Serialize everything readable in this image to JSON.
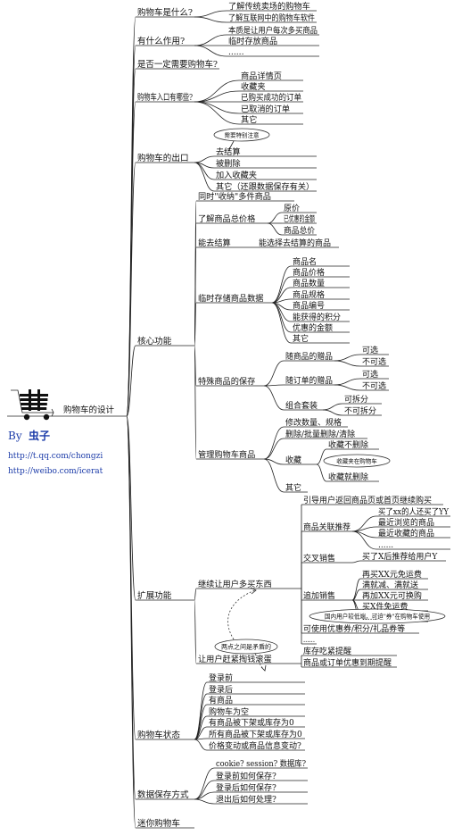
{
  "center": {
    "title": "购物车的设计",
    "by_label": "By",
    "author": "虫子",
    "link1": "http://t.qq.com/chongzi",
    "link2": "http://weibo.com/icerat"
  },
  "branches": [
    {
      "label": "购物车是什么?",
      "children": [
        "了解传统卖场的购物车",
        "了解互联网中的购物车软件"
      ]
    },
    {
      "label": "有什么作用?",
      "children": [
        "本质是让用户每次多买商品",
        "临时存放商品",
        "......"
      ]
    },
    {
      "label": "是否一定需要购物车?"
    },
    {
      "label": "购物车入口有哪些?",
      "children": [
        "商品详情页",
        "收藏夹",
        "已购买成功的订单",
        "已取消的订单",
        "其它"
      ]
    },
    {
      "label": "购物车的出口",
      "callout": "需要特别注意",
      "children": [
        "去结算",
        "被删除",
        "加入收藏夹",
        "其它（还跟数据保存有关）"
      ]
    },
    {
      "label": "核心功能",
      "children": [
        {
          "label": "同时\"收纳\"多件商品"
        },
        {
          "label": "了解商品总价格",
          "children": [
            "原价",
            "已优惠的金额",
            "商品总价"
          ]
        },
        {
          "label": "能去结算",
          "children": [
            "能选择去结算的商品"
          ]
        },
        {
          "label": "临时存储商品数据",
          "children": [
            "商品名",
            "商品价格",
            "商品数量",
            "商品规格",
            "商品编号",
            "能获得的积分",
            "优惠的金额",
            "其它"
          ]
        },
        {
          "label": "特殊商品的保存",
          "children": [
            {
              "label": "随商品的赠品",
              "children": [
                "可选",
                "不可选"
              ]
            },
            {
              "label": "随订单的赠品",
              "children": [
                "可选",
                "不可选"
              ]
            },
            {
              "label": "组合套装",
              "children": [
                "可拆分",
                "不可拆分"
              ]
            }
          ]
        },
        {
          "label": "管理购物车商品",
          "children": [
            {
              "label": "修改数量、规格"
            },
            {
              "label": "删除/批量删除/清除"
            },
            {
              "label": "收藏",
              "callout": "收藏夹在购物车",
              "children": [
                "收藏不删除",
                "收藏就删除"
              ]
            },
            {
              "label": "其它"
            }
          ]
        }
      ]
    },
    {
      "label": "扩展功能",
      "children": [
        {
          "label": "继续让用户多买东西",
          "children": [
            {
              "label": "引导用户返回商品页或首页继续购买"
            },
            {
              "label": "商品关联推荐",
              "children": [
                "买了xx的人还买了YY",
                "最近浏览的商品",
                "最近收藏的商品",
                "......"
              ]
            },
            {
              "label": "交叉销售",
              "children": [
                "买了X后推荐给用户Y"
              ]
            },
            {
              "label": "追加销售",
              "children": [
                "再买XX元免运费",
                "满就减、满就送",
                "再加XX元可换购",
                "买X件免运费",
                "......"
              ]
            },
            {
              "label": "可使用优惠券/积分/礼品券等",
              "callout": "国内用户较低端，可迫\"券\"在购物车使用"
            },
            {
              "label": "......"
            }
          ]
        },
        {
          "label": "让用户赶紧掏钱滚蛋",
          "children": [
            "库存吃紧提醒",
            "商品或订单优惠到期提醒"
          ]
        },
        {
          "callout": "两点之间是矛盾的"
        }
      ]
    },
    {
      "label": "购物车状态",
      "children": [
        "登录前",
        "登录后",
        "有商品",
        "购物车为空",
        "有商品被下架或库存为0",
        "所有商品被下架或库存为0",
        "价格变动或商品信息变动?"
      ]
    },
    {
      "label": "数据保存方式",
      "children": [
        "cookie? session? 数据库?",
        "登录前如何保存?",
        "登录后如何保存?",
        "退出后如何处理?"
      ]
    },
    {
      "label": "迷你购物车"
    }
  ]
}
